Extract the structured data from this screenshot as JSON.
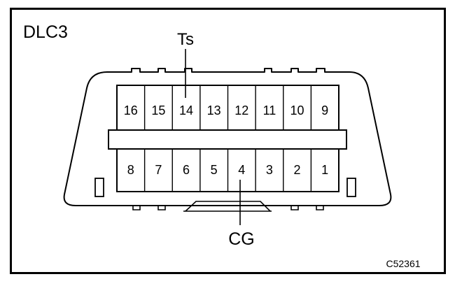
{
  "diagram": {
    "title": "DLC3",
    "code": "C52361",
    "label_top": "Ts",
    "label_bottom": "CG",
    "top_row_pins": [
      "16",
      "15",
      "14",
      "13",
      "12",
      "11",
      "10",
      "9"
    ],
    "bottom_row_pins": [
      "8",
      "7",
      "6",
      "5",
      "4",
      "3",
      "2",
      "1"
    ],
    "line_color": "#000000",
    "background": "#ffffff"
  }
}
